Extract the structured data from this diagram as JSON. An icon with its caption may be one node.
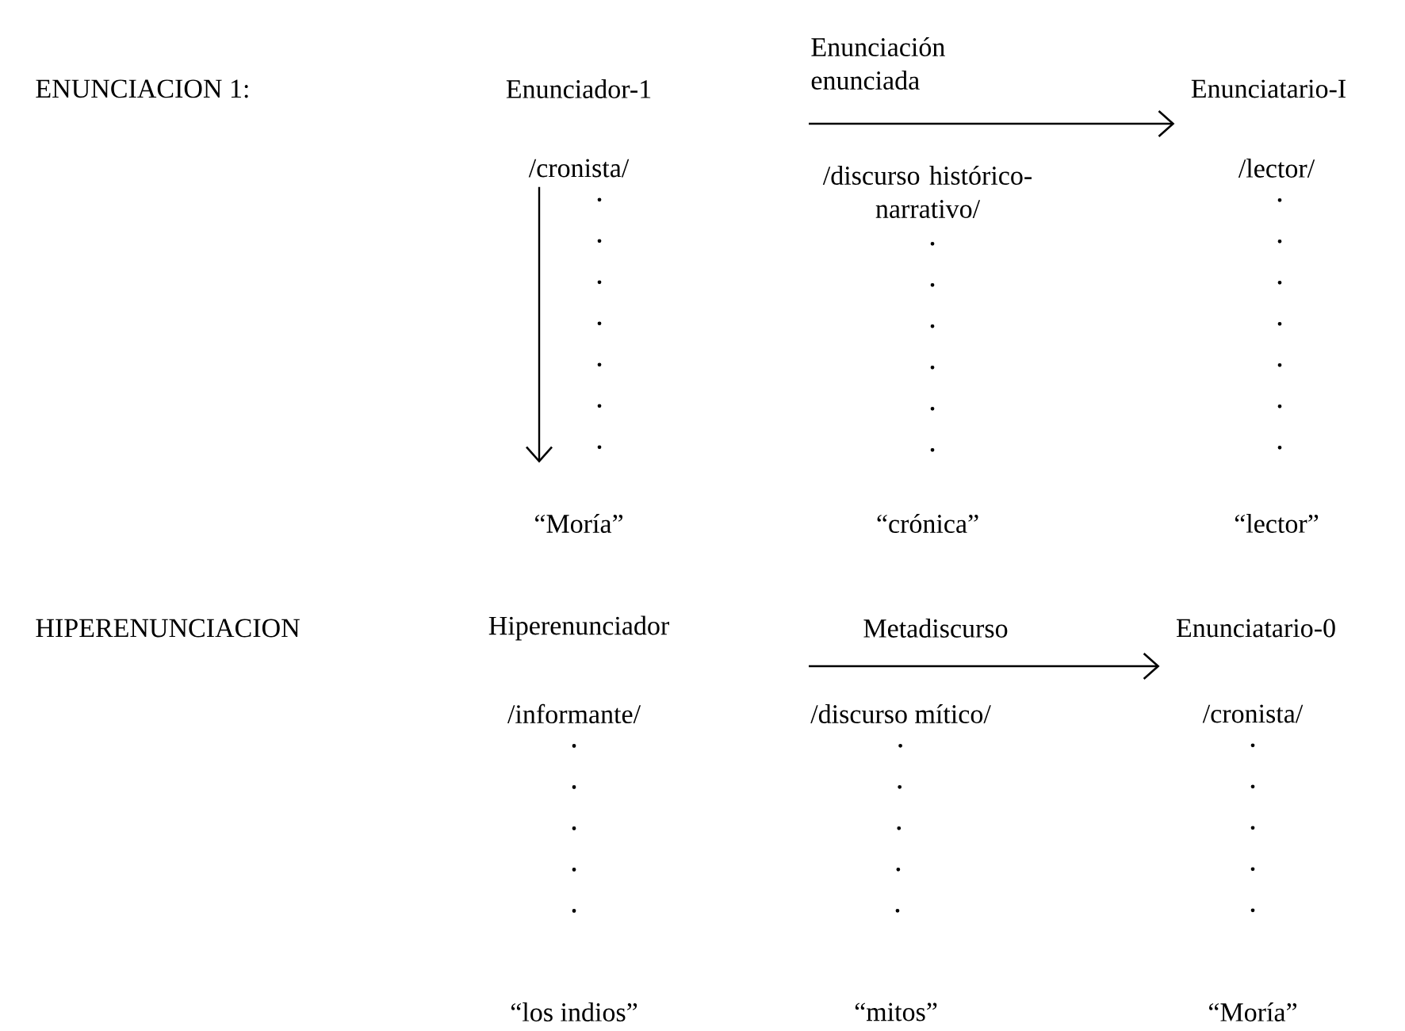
{
  "diagram": {
    "nodes": [
      {
        "text": [
          "Enunciador-1"
        ]
      },
      {
        "text": [
          "/cronista/"
        ]
      },
      {
        "text": [
          "“Moría”"
        ]
      },
      {
        "text": [
          "/discurso histórico-narrativo/"
        ]
      },
      {
        "text": [
          "“crónica”"
        ]
      },
      {
        "text": [
          "Enunciatario-I"
        ]
      },
      {
        "text": [
          "/lector/"
        ]
      },
      {
        "text": [
          "“lector”"
        ]
      },
      {
        "text": [
          "Hiperenunciador"
        ]
      },
      {
        "text": [
          "/informante/"
        ]
      },
      {
        "text": [
          "“los indios”"
        ]
      },
      {
        "text": [
          "/discurso mítico/"
        ]
      },
      {
        "text": [
          "“mitos”"
        ]
      },
      {
        "text": [
          "Enunciatario-0"
        ]
      },
      {
        "text": [
          "/cronista/"
        ]
      },
      {
        "text": [
          "“Moría”"
        ]
      }
    ],
    "edges": [
      {
        "from": null,
        "to": 5,
        "arrow": "to",
        "label": "Enunciación enunciada"
      },
      {
        "from": 1,
        "to": 2,
        "arrow": "to"
      },
      {
        "from": 1,
        "to": 2,
        "arrow": "none",
        "style": "dashed"
      },
      {
        "from": 3,
        "to": 4,
        "arrow": "none",
        "style": "dashed"
      },
      {
        "from": 6,
        "to": 7,
        "arrow": "none",
        "style": "dashed"
      },
      {
        "from": null,
        "to": 13,
        "arrow": "to",
        "label": "Metadiscurso"
      },
      {
        "from": 9,
        "to": 10,
        "arrow": "none",
        "style": "dashed"
      },
      {
        "from": 11,
        "to": 12,
        "arrow": "none",
        "style": "dashed"
      },
      {
        "from": 14,
        "to": 15,
        "arrow": "none",
        "style": "dashed"
      }
    ],
    "labels": [
      "ENUNCIACION 1:",
      "HIPERENUNCIACION"
    ]
  }
}
